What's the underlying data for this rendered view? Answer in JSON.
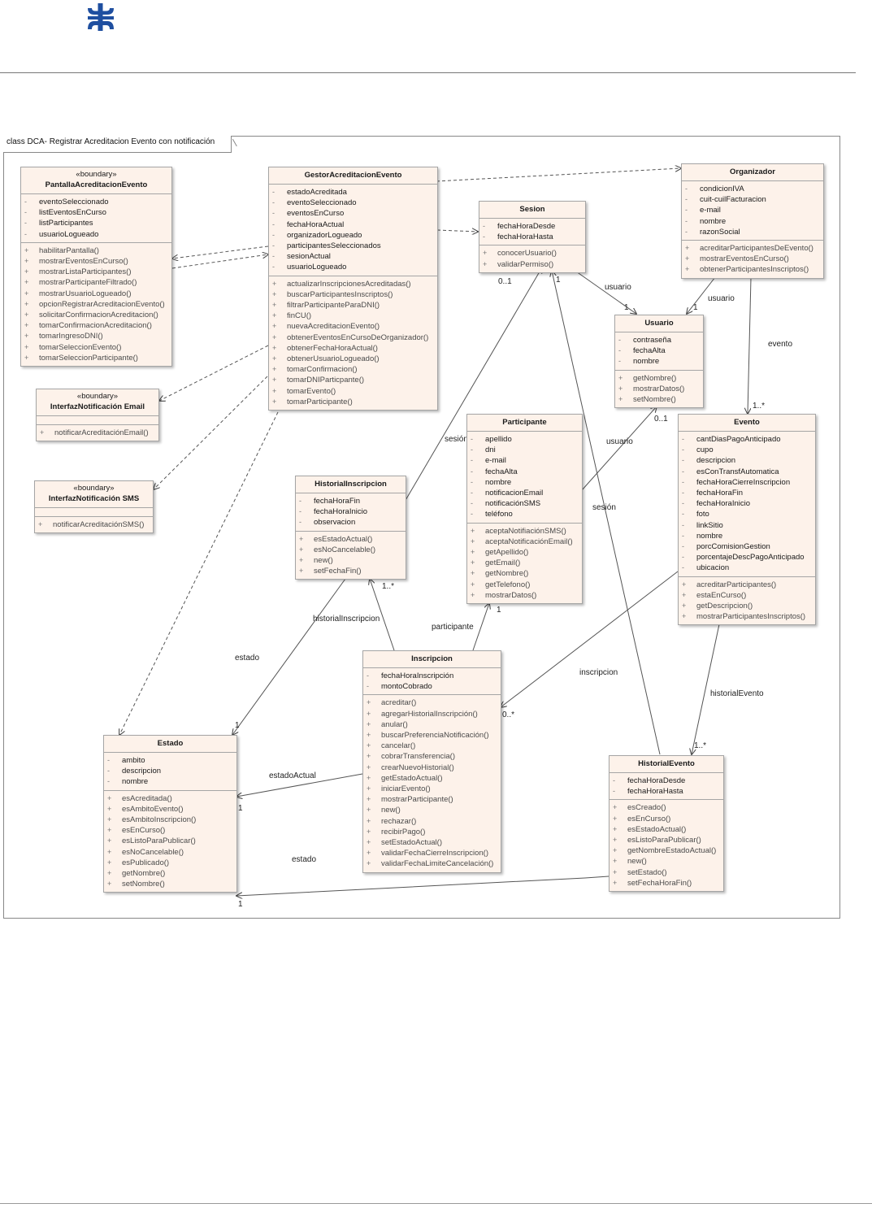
{
  "diagram": {
    "frame_title": "class DCA- Registrar Acreditacion Evento con notificación",
    "classes": {
      "pantalla": {
        "stereotype": "«boundary»",
        "name": "PantallaAcreditacionEvento",
        "attributes": [
          "eventoSeleccionado",
          "listEventosEnCurso",
          "listParticipantes",
          "usuarioLogueado"
        ],
        "operations": [
          "habilitarPantalla()",
          "mostrarEventosEnCurso()",
          "mostrarListaParticipantes()",
          "mostrarParticipanteFiltrado()",
          "mostrarUsuarioLogueado()",
          "opcionRegistrarAcreditacionEvento()",
          "solicitarConfirmacionAcreditacion()",
          "tomarConfirmacionAcreditacion()",
          "tomarIngresoDNI()",
          "tomarSeleccionEvento()",
          "tomarSeleccionParticipante()"
        ]
      },
      "gestor": {
        "name": "GestorAcreditacionEvento",
        "attributes": [
          "estadoAcreditada",
          "eventoSeleccionado",
          "eventosEnCurso",
          "fechaHoraActual",
          "organizadorLogueado",
          "participantesSeleccionados",
          "sesionActual",
          "usuarioLogueado"
        ],
        "operations": [
          "actualizarInscripcionesAcreditadas()",
          "buscarParticipantesInscriptos()",
          "filtrarParticipanteParaDNI()",
          "finCU()",
          "nuevaAcreditacionEvento()",
          "obtenerEventosEnCursoDeOrganizador()",
          "obtenerFechaHoraActual()",
          "obtenerUsuarioLogueado()",
          "tomarConfirmacion()",
          "tomarDNIParticpante()",
          "tomarEvento()",
          "tomarParticipante()"
        ]
      },
      "organizador": {
        "name": "Organizador",
        "attributes": [
          "condicionIVA",
          "cuit-cuilFacturacion",
          "e-mail",
          "nombre",
          "razonSocial"
        ],
        "operations": [
          "acreditarParticipantesDeEvento()",
          "mostrarEventosEnCurso()",
          "obtenerParticipantesInscriptos()"
        ]
      },
      "sesion": {
        "name": "Sesion",
        "attributes": [
          "fechaHoraDesde",
          "fechaHoraHasta"
        ],
        "operations": [
          "conocerUsuario()",
          "validarPermiso()"
        ]
      },
      "usuario": {
        "name": "Usuario",
        "attributes": [
          "contraseña",
          "fechaAlta",
          "nombre"
        ],
        "operations": [
          "getNombre()",
          "mostrarDatos()",
          "setNombre()"
        ]
      },
      "email": {
        "stereotype": "«boundary»",
        "name": "InterfazNotificación Email",
        "attributes": [],
        "operations": [
          "notificarAcreditaciónEmail()"
        ]
      },
      "sms": {
        "stereotype": "«boundary»",
        "name": "InterfazNotificación SMS",
        "attributes": [],
        "operations": [
          "notificarAcreditaciónSMS()"
        ]
      },
      "participante": {
        "name": "Participante",
        "attributes": [
          "apellido",
          "dni",
          "e-mail",
          "fechaAlta",
          "nombre",
          "notificacionEmail",
          "notificaciónSMS",
          "teléfono"
        ],
        "operations": [
          "aceptaNotifiaciónSMS()",
          "aceptaNotificaciónEmail()",
          "getApellido()",
          "getEmail()",
          "getNombre()",
          "getTelefono()",
          "mostrarDatos()"
        ]
      },
      "evento": {
        "name": "Evento",
        "attributes": [
          "cantDiasPagoAnticipado",
          "cupo",
          "descripcion",
          "esConTransfAutomatica",
          "fechaHoraCierreInscripcion",
          "fechaHoraFin",
          "fechaHoraInicio",
          "foto",
          "linkSitio",
          "nombre",
          "porcComisionGestion",
          "porcentajeDescPagoAnticipado",
          "ubicacion"
        ],
        "operations": [
          "acreditarParticipantes()",
          "estaEnCurso()",
          "getDescripcion()",
          "mostrarParticipantesInscriptos()"
        ]
      },
      "historialInscripcion": {
        "name": "HistorialInscripcion",
        "attributes": [
          "fechaHoraFin",
          "fechaHoraInicio",
          "observacion"
        ],
        "operations": [
          "esEstadoActual()",
          "esNoCancelable()",
          "new()",
          "setFechaFin()"
        ]
      },
      "inscripcion": {
        "name": "Inscripcion",
        "attributes": [
          "fechaHoraInscripción",
          "montoCobrado"
        ],
        "operations": [
          "acreditar()",
          "agregarHistorialInscripción()",
          "anular()",
          "buscarPreferenciaNotificación()",
          "cancelar()",
          "cobrarTransferencia()",
          "crearNuevoHistorial()",
          "getEstadoActual()",
          "iniciarEvento()",
          "mostrarParticipante()",
          "new()",
          "rechazar()",
          "recibirPago()",
          "setEstadoActual()",
          "validarFechaCierreInscripcion()",
          "validarFechaLimiteCancelación()"
        ]
      },
      "estado": {
        "name": "Estado",
        "attributes": [
          "ambito",
          "descripcion",
          "nombre"
        ],
        "operations": [
          "esAcreditada()",
          "esAmbitoEvento()",
          "esAmbitoInscripcion()",
          "esEnCurso()",
          "esListoParaPublicar()",
          "esNoCancelable()",
          "esPublicado()",
          "getNombre()",
          "setNombre()"
        ]
      },
      "historialEvento": {
        "name": "HistorialEvento",
        "attributes": [
          "fechaHoraDesde",
          "fechaHoraHasta"
        ],
        "operations": [
          "esCreado()",
          "esEnCurso()",
          "esEstadoActual()",
          "esListoParaPublicar()",
          "getNombreEstadoActual()",
          "new()",
          "setEstado()",
          "setFechaHoraFin()"
        ]
      }
    },
    "labels": {
      "usuario_sesion": "usuario",
      "usuario_org": "usuario",
      "usuario_part": "usuario",
      "evento": "evento",
      "sesion_hist": "sesión",
      "sesion_ev": "sesión",
      "historialInscripcion": "historialInscripcion",
      "participante": "participante",
      "estado_hi": "estado",
      "inscripcion": "inscripcion",
      "historialEvento": "historialEvento",
      "estadoActual": "estadoActual",
      "estado_he": "estado",
      "m_01": "0..1",
      "m_1_a": "1",
      "m_1_b": "1",
      "m_1_c": "1",
      "m_1star_a": "1..*",
      "m_01_b": "0..1",
      "m_1star_b": "1..*",
      "m_1_d": "1",
      "m_0star": "0..*",
      "m_1star_c": "1..*",
      "m_1_e": "1",
      "m_1_f": "1",
      "m_1_g": "1"
    },
    "colors": {
      "class_fill": "#fdf2ea",
      "class_border": "#a5a5a5",
      "logo": "#1f4fa0"
    }
  }
}
